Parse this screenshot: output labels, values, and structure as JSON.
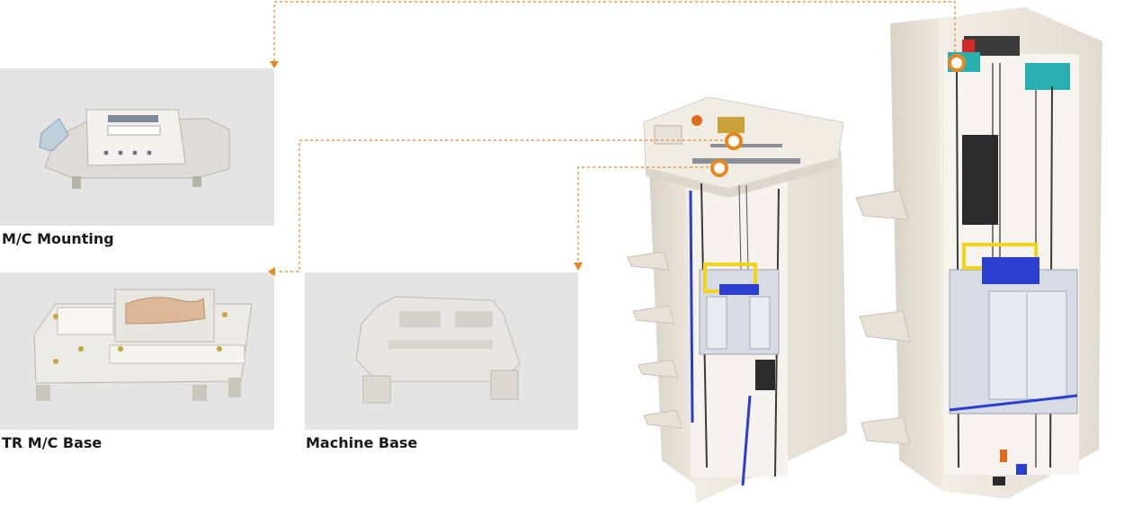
{
  "parts": [
    {
      "name": "mc-mounting",
      "label": "M/C Mounting"
    },
    {
      "name": "tr-mc-base",
      "label": "TR M/C Base"
    },
    {
      "name": "machine-base",
      "label": "Machine Base"
    }
  ],
  "colors": {
    "accent": "#e8871e",
    "panel": "#e4e4e4",
    "shaft_wall": "#efe9df",
    "rail": "#3a3a3a",
    "blue": "#2a3fd0",
    "yellow": "#f4d41a",
    "teal": "#28b0b0"
  }
}
